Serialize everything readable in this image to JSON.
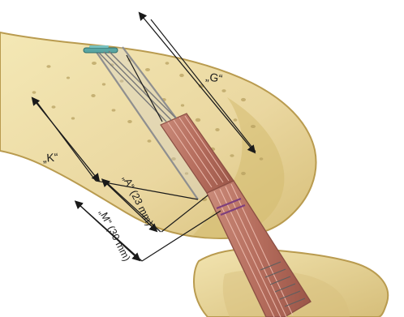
{
  "labels": {
    "g": "„G“",
    "k": "„K“",
    "a": "„A“ (23 mm)",
    "m": "„M“ (30 mm)"
  },
  "colors": {
    "bone_fill": "#efe1aa",
    "bone_shadow": "#d9c27a",
    "bone_edge": "#b99b4f",
    "cavity": "#b7a05f",
    "tendon_red": "#b56d5d",
    "tendon_light": "#d89d8c",
    "tunnel_gray": "#8f8f8f",
    "button_teal": "#5aa6a3",
    "ink": "#1a1a1a",
    "suture_purple": "#7d3f7d"
  },
  "icons": {
    "button": "endobutton-icon",
    "arrow": "arrowhead-icon"
  }
}
